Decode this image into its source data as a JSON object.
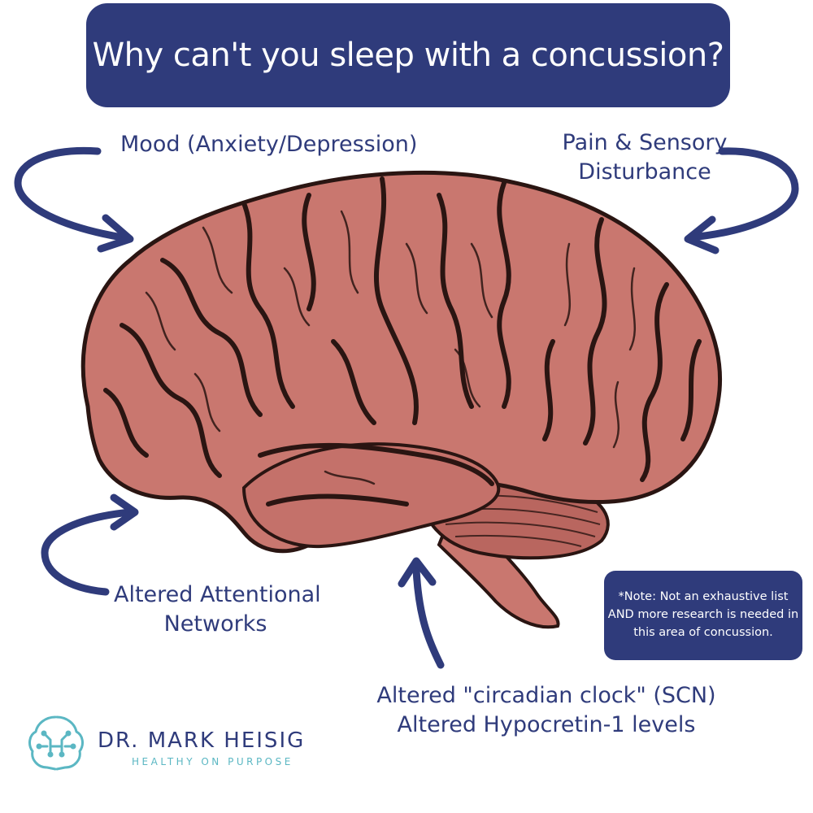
{
  "title": "Why can't you sleep with a concussion?",
  "labels": {
    "mood": "Mood (Anxiety/Depression)",
    "pain_line1": "Pain & Sensory",
    "pain_line2": "Disturbance",
    "attention_line1": "Altered Attentional",
    "attention_line2": "Networks",
    "circadian_line1": "Altered \"circadian clock\" (SCN)",
    "circadian_line2": "Altered Hypocretin-1 levels"
  },
  "note": {
    "line1": "*Note: Not an exhaustive list",
    "line2": "AND more research is needed in",
    "line3": "this area of concussion."
  },
  "logo": {
    "name": "DR. MARK HEISIG",
    "tagline": "HEALTHY ON PURPOSE",
    "icon": "brain-circuit-icon"
  },
  "colors": {
    "navy": "#2f3b7b",
    "brain_fill": "#c9776f",
    "brain_dark": "#2a1512",
    "teal": "#5bb7c3"
  }
}
